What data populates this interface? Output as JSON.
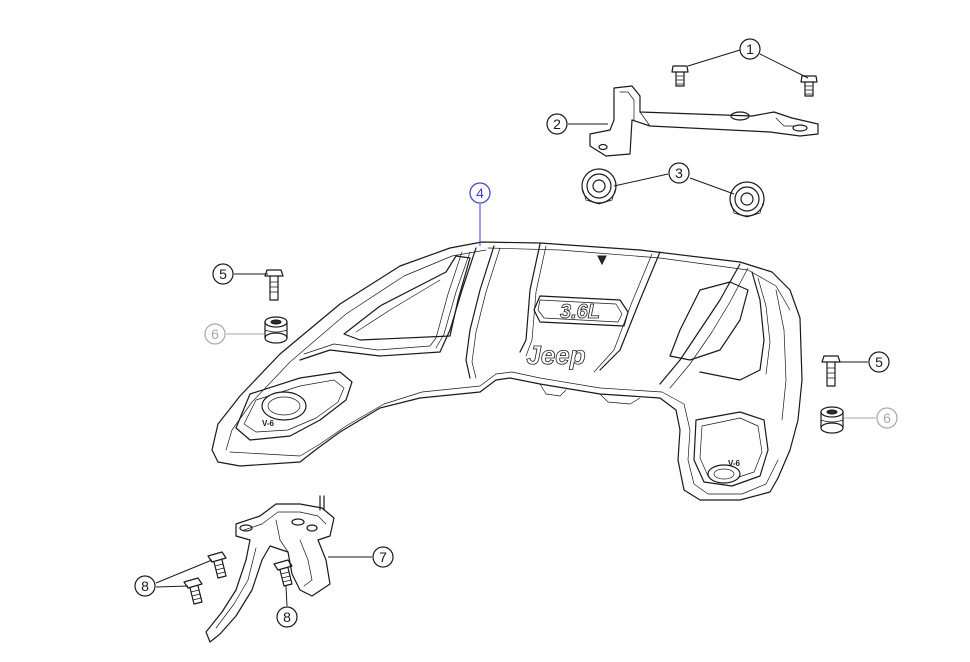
{
  "callouts": {
    "c1": {
      "label": "1",
      "color": "#1a1a1a"
    },
    "c2": {
      "label": "2",
      "color": "#1a1a1a"
    },
    "c3": {
      "label": "3",
      "color": "#1a1a1a"
    },
    "c4": {
      "label": "4",
      "color": "#3b3bd6"
    },
    "c5a": {
      "label": "5",
      "color": "#1a1a1a"
    },
    "c5b": {
      "label": "5",
      "color": "#1a1a1a"
    },
    "c6a": {
      "label": "6",
      "color": "#a8a8a8"
    },
    "c6b": {
      "label": "6",
      "color": "#a8a8a8"
    },
    "c7": {
      "label": "7",
      "color": "#1a1a1a"
    },
    "c8a": {
      "label": "8",
      "color": "#1a1a1a"
    },
    "c8b": {
      "label": "8",
      "color": "#1a1a1a"
    }
  },
  "cover_markings": {
    "engine_badge": "3.6L",
    "brand": "Jeep",
    "left_vent_mark": "V-6",
    "right_vent_mark": "V-6"
  }
}
